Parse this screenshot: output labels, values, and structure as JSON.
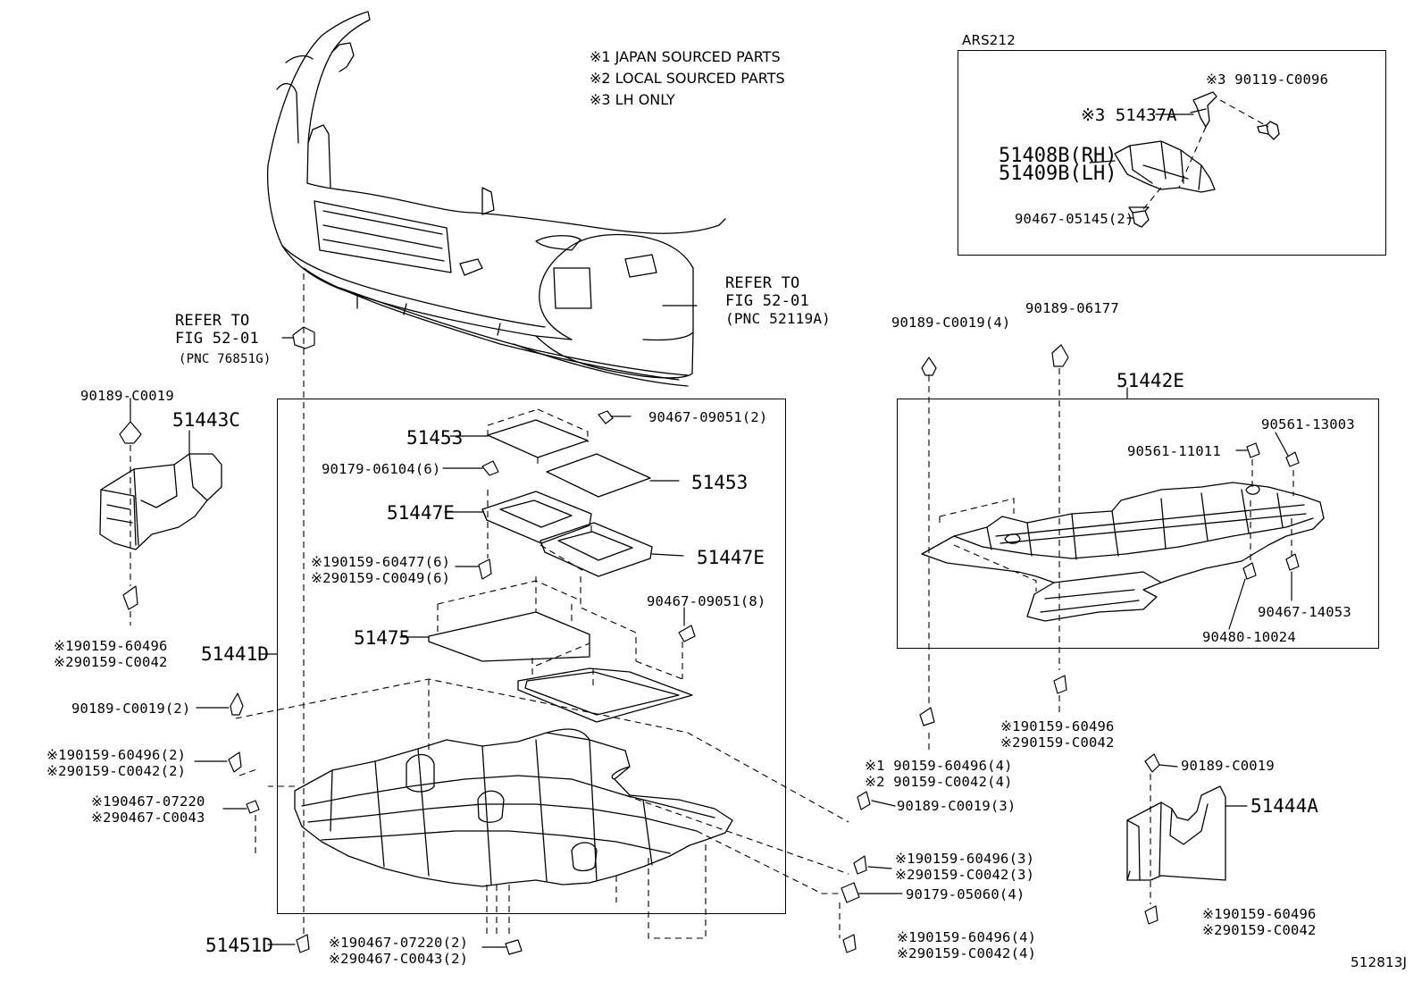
{
  "notes": [
    "※1 JAPAN SOURCED PARTS",
    "※2 LOCAL SOURCED PARTS",
    "※3 LH ONLY"
  ],
  "inset": {
    "title": "ARS212",
    "p_90119": "※3 90119-C0096",
    "p_51437a": "※3 51437A",
    "p_51408b": "51408B(RH)",
    "p_51409b": "51409B(LH)",
    "p_90467_05145": "90467-05145(2)"
  },
  "refer1": {
    "l1": "REFER TO",
    "l2": "FIG 52-01",
    "l3": "(PNC 52119A)"
  },
  "refer2": {
    "l1": "REFER TO",
    "l2": "FIG 52-01",
    "l3": "(PNC 76851G)"
  },
  "parts": {
    "p90189_c0019_4": "90189-C0019(4)",
    "p90189_06177": "90189-06177",
    "p51442e": "51442E",
    "p90561_13003": "90561-13003",
    "p90561_11011": "90561-11011",
    "p90467_14053": "90467-14053",
    "p90480_10024": "90480-10024",
    "p90189_c0019_a": "90189-C0019",
    "p51443c": "51443C",
    "p51453_a": "51453",
    "p51453_b": "51453",
    "p90467_09051_2": "90467-09051(2)",
    "p90179_06104": "90179-06104(6)",
    "p51447e_a": "51447E",
    "p51447e_b": "51447E",
    "p90159_60477": "※190159-60477(6)",
    "p90159_c0049": "※290159-C0049(6)",
    "p90467_09051_8": "90467-09051(8)",
    "p51475": "51475",
    "p51441d": "51441D",
    "p90159_60496_l": "※190159-60496",
    "p90159_c0042_l": "※290159-C0042",
    "p90189_c0019_2": "90189-C0019(2)",
    "p90159_60496_2": "※190159-60496(2)",
    "p90159_c0042_2": "※290159-C0042(2)",
    "p90467_07220_l": "※190467-07220",
    "p90467_c0043_l": "※290467-C0043",
    "p51451d": "51451D",
    "p90467_07220_2": "※190467-07220(2)",
    "p90467_c0043_2": "※290467-C0043(2)",
    "p90159_60496_r": "※190159-60496",
    "p90159_c0042_r": "※290159-C0042",
    "p90159_60496_4a": "※1 90159-60496(4)",
    "p90159_c0042_4a": "※2 90159-C0042(4)",
    "p90189_c0019_3": "90189-C0019(3)",
    "p90159_60496_3": "※190159-60496(3)",
    "p90159_c0042_3": "※290159-C0042(3)",
    "p90179_05060": "90179-05060(4)",
    "p90159_60496_4b": "※190159-60496(4)",
    "p90159_c0042_4b": "※290159-C0042(4)",
    "p90189_c0019_b": "90189-C0019",
    "p51444a": "51444A",
    "p90159_60496_b": "※190159-60496",
    "p90159_c0042_b": "※290159-C0042"
  },
  "diagram_id": "512813J"
}
